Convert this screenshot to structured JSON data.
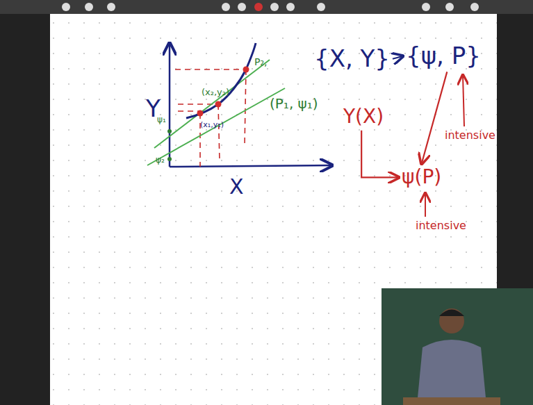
{
  "diagram": {
    "nodes": [
      {
        "text": [
          "{X, Y}"
        ]
      },
      {
        "text": [
          "{ψ, P}"
        ]
      },
      {
        "text": [
          "Y(X)"
        ]
      },
      {
        "text": [
          "ψ(P)"
        ]
      }
    ],
    "edges": [
      {
        "from": 0,
        "to": 1,
        "arrow": "to"
      },
      {
        "from": 2,
        "to": 3,
        "arrow": "to"
      },
      {
        "from": 1,
        "to": 3,
        "arrow": "to"
      }
    ],
    "labels": [
      "Y",
      "X",
      "ψ₁",
      "ψ₂",
      "(x₂,y₂)",
      "(x₁,y₁)",
      "(P₁, ψ₁)",
      "P₂,",
      "intensive",
      "intensive"
    ]
  }
}
